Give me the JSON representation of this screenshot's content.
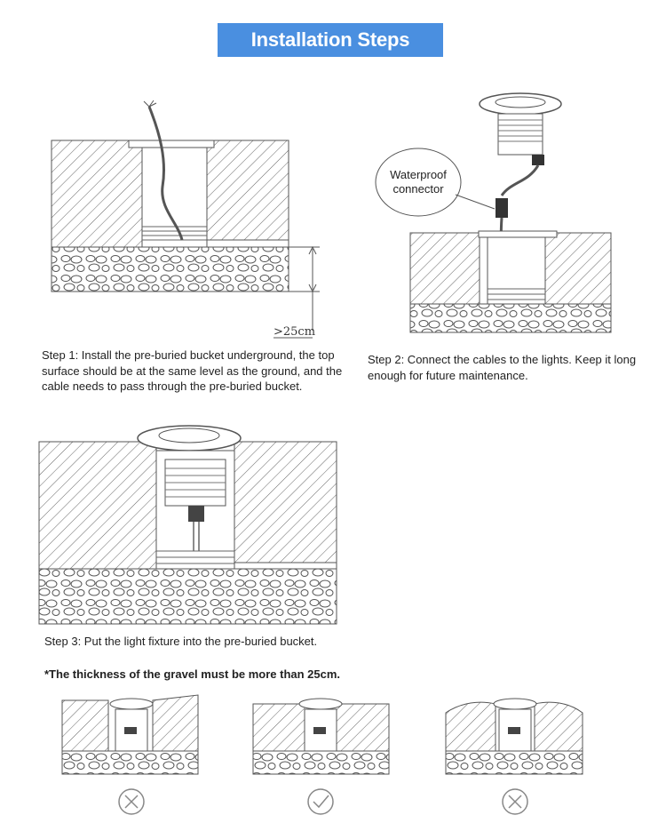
{
  "header": {
    "title": "Installation Steps"
  },
  "step1": {
    "caption": "Step 1: Install the pre-buried bucket underground, the top surface should be at the same level as the ground, and the cable needs to pass through the pre-buried bucket.",
    "dimension_label": ">25cm"
  },
  "step2": {
    "caption": "Step 2: Connect the cables to the lights. Keep it long enough for future maintenance.",
    "callout_line1": "Waterproof",
    "callout_line2": "connector"
  },
  "step3": {
    "caption": "Step 3: Put the light fixture into the pre-buried bucket."
  },
  "note": {
    "text": "*The thickness of the gravel must be more than 25cm."
  },
  "examples": [
    {
      "result": "incorrect",
      "icon": "cross-circle-icon"
    },
    {
      "result": "correct",
      "icon": "check-circle-icon"
    },
    {
      "result": "incorrect",
      "icon": "cross-circle-icon"
    }
  ],
  "colors": {
    "banner": "#4a8fe0",
    "line": "#555555"
  }
}
